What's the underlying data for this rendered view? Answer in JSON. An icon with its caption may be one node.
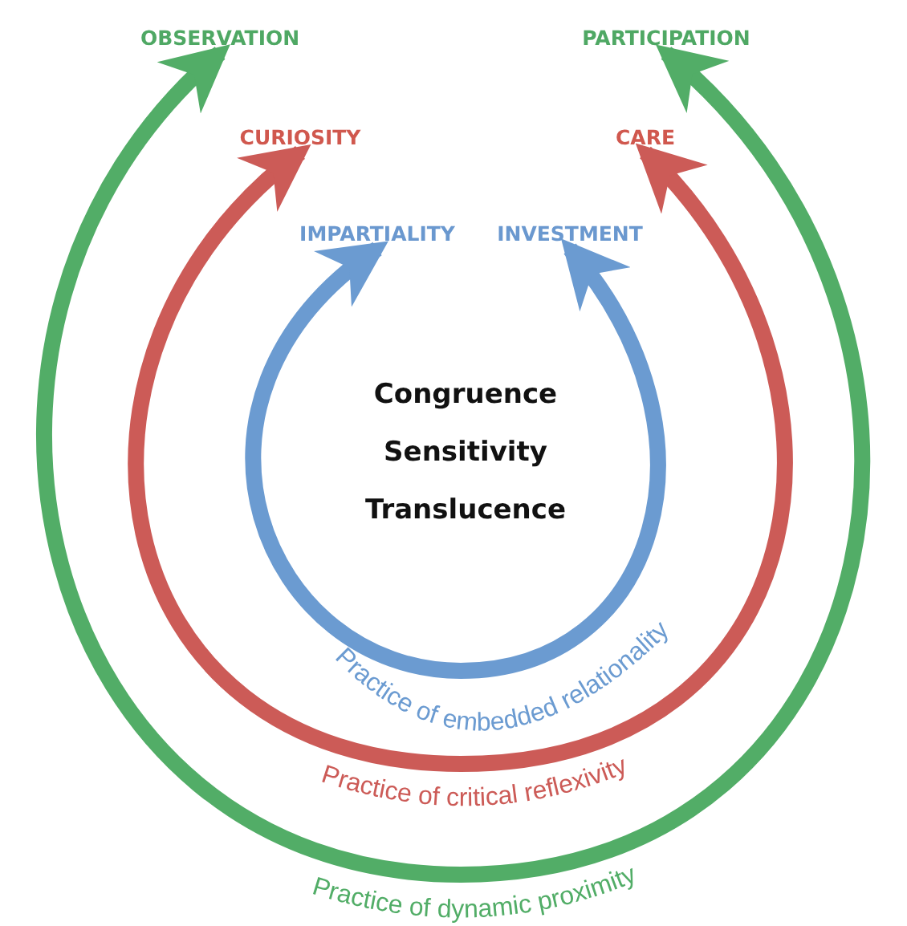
{
  "diagram": {
    "nodes": [
      {
        "text": [
          "OBSERVATION"
        ]
      },
      {
        "text": [
          "PARTICIPATION"
        ]
      },
      {
        "text": [
          "CURIOSITY"
        ]
      },
      {
        "text": [
          "CARE"
        ]
      },
      {
        "text": [
          "IMPARTIALITY"
        ]
      },
      {
        "text": [
          "INVESTMENT"
        ]
      }
    ],
    "edges": [
      {
        "from": 0,
        "to": 1,
        "arrow": "both",
        "label": "Practice of dynamic proximity",
        "color": "#52ad67"
      },
      {
        "from": 2,
        "to": 3,
        "arrow": "both",
        "label": "Practice of critical reflexivity",
        "color": "#cc5b57"
      },
      {
        "from": 4,
        "to": 5,
        "arrow": "both",
        "label": "Practice of embedded relationality",
        "color": "#6b9bd1"
      }
    ],
    "labels": [
      "Congruence",
      "Sensitivity",
      "Translucence"
    ]
  }
}
